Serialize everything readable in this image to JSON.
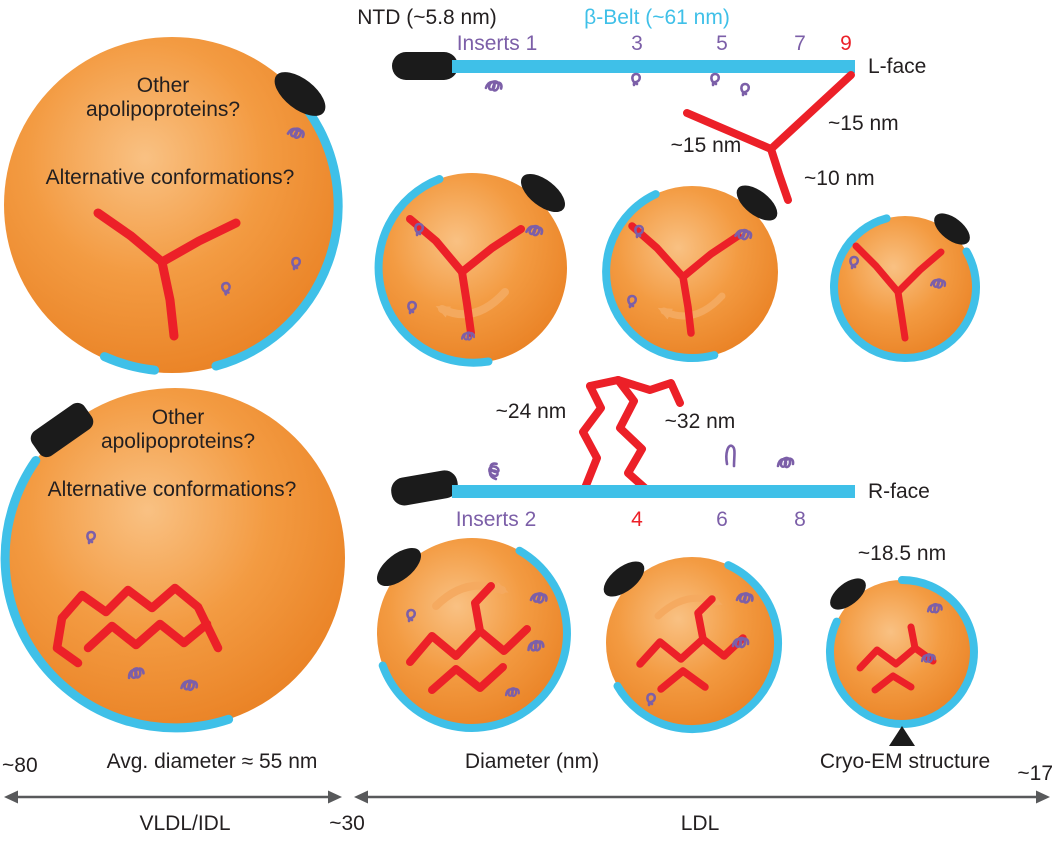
{
  "colors": {
    "orange": "#F0913A",
    "orange_light": "#F8BD7D",
    "cyan": "#3FC0E8",
    "red": "#EC2028",
    "purple": "#7C5FA8",
    "ntd_black": "#1B1B1B",
    "axis_gray": "#58595B"
  },
  "l_face_row": {
    "ntd_label": "NTD (~5.8 nm)",
    "belt_label": "β-Belt (~61 nm)",
    "inserts_label": "Inserts 1",
    "insert_3": "3",
    "insert_5": "5",
    "insert_7": "7",
    "insert_9": "9",
    "face_label": "L-face",
    "arm_len_left": "~15 nm",
    "arm_len_right": "~15 nm",
    "arm_len_bottom": "~10 nm",
    "big_sphere": {
      "q1_line1": "Other",
      "q1_line2": "apolipoproteins?",
      "q2": "Alternative conformations?"
    }
  },
  "r_face_row": {
    "len_left": "~24 nm",
    "len_right": "~32 nm",
    "face_label": "R-face",
    "inserts_label": "Inserts 2",
    "insert_4": "4",
    "insert_6": "6",
    "insert_8": "8",
    "cryo_len": "~18.5 nm",
    "big_sphere": {
      "q1_line1": "Other",
      "q1_line2": "apolipoproteins?",
      "q2": "Alternative conformations?"
    }
  },
  "axis": {
    "left_value": "~80",
    "avg_diameter_label": "Avg. diameter ≈ 55 nm",
    "diameter_label": "Diameter (nm)",
    "cryo_em_label": "Cryo-EM structure",
    "right_value": "~17",
    "mid_value": "~30",
    "vldl_idl_label": "VLDL/IDL",
    "ldl_label": "LDL"
  }
}
